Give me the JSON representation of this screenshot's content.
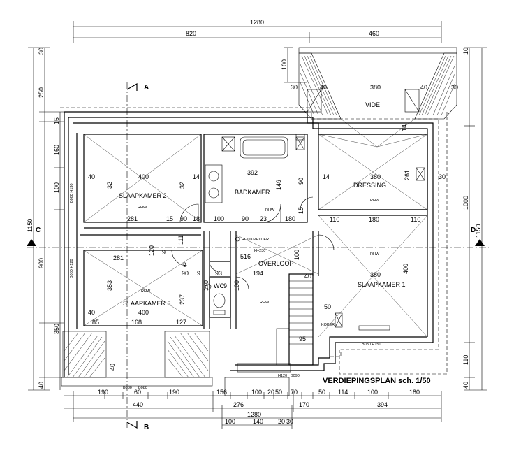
{
  "title": "VERDIEPINGSPLAN  sch. 1/50",
  "rooms": {
    "slaapkamer2": "SLAAPKAMER 2",
    "badkamer": "BADKAMER",
    "dressing": "DRESSING",
    "vide": "VIDE",
    "overloop": "OVERLOOP",
    "wc": "WC",
    "slaapkamer3": "SLAAPKAMER 3",
    "slaapkamer1": "SLAAPKAMER 1"
  },
  "section_marks": {
    "a": "A",
    "b": "B",
    "c": "C",
    "d": "D"
  },
  "notes": {
    "rhw": "RHW",
    "rookmelder": "ROOKMELDER",
    "h230": "H=230",
    "koker": "KOKER"
  },
  "window_tags": {
    "w_top_left": "B080 H130",
    "w_mid_left": "B080 H120",
    "w_slk1": "B080 H150",
    "w_bottom_1": "B080",
    "w_bottom_2": "B080",
    "w_bottom_3": "H120",
    "w_bottom_4": "B090"
  },
  "dims_top": {
    "overall": "1280",
    "left": "820",
    "right": "460"
  },
  "dims_bottom_row1": [
    "190",
    "60",
    "190",
    "156",
    "100",
    "20",
    "50",
    "70",
    "50",
    "114",
    "100",
    "180"
  ],
  "dims_bottom_row2": [
    "440",
    "276",
    "170",
    "394"
  ],
  "dims_bottom_row3": [
    "1280"
  ],
  "dims_bottom_row4": [
    "100",
    "140",
    "20",
    "30"
  ],
  "dims_left": [
    "30",
    "250",
    "15",
    "160",
    "100",
    "1150",
    "900",
    "350",
    "40"
  ],
  "dims_right": [
    "10",
    "1000",
    "1150",
    "110",
    "40"
  ],
  "dims_interior": {
    "vide_top_100": "100",
    "vide_30a": "30",
    "vide_40a": "40",
    "vide_380": "380",
    "vide_40b": "40",
    "vide_30b": "30",
    "vide_14": "14",
    "vide_261": "261",
    "vide_30c": "30",
    "sk2_40": "40",
    "sk2_400": "400",
    "sk2_14": "14",
    "sk2_32a": "32",
    "sk2_32b": "32",
    "sk2_281": "281",
    "sk2_15": "15",
    "sk2_90a": "90",
    "sk2_18": "18",
    "bad_392": "392",
    "bad_149": "149",
    "bad_100": "100",
    "bad_90": "90",
    "bad_23": "23",
    "bad_180": "180",
    "dress_14": "14",
    "dress_380": "380",
    "dress_110a": "110",
    "dress_180": "180",
    "dress_110b": "110",
    "lvl_90": "90",
    "lvl_15": "15",
    "ov_120": "120",
    "ov_9a": "9",
    "ov_111": "111",
    "ov_516": "516",
    "ov_100": "100",
    "ov_90": "90",
    "ov_9b": "9",
    "ov_93": "93",
    "ov_9c": "9",
    "ov_194": "194",
    "ov_170": "170",
    "ov_9d": "9",
    "ov_100b": "100",
    "sk3_281": "281",
    "sk3_40": "40",
    "sk3_353": "353",
    "sk3_400": "400",
    "sk3_237": "237",
    "sk3_85": "85",
    "sk3_168": "168",
    "sk3_127": "127",
    "sk3_40b": "40",
    "sk1_380": "380",
    "sk1_400": "400",
    "sk1_50": "50",
    "sk1_95": "95",
    "sk1_40": "40"
  }
}
